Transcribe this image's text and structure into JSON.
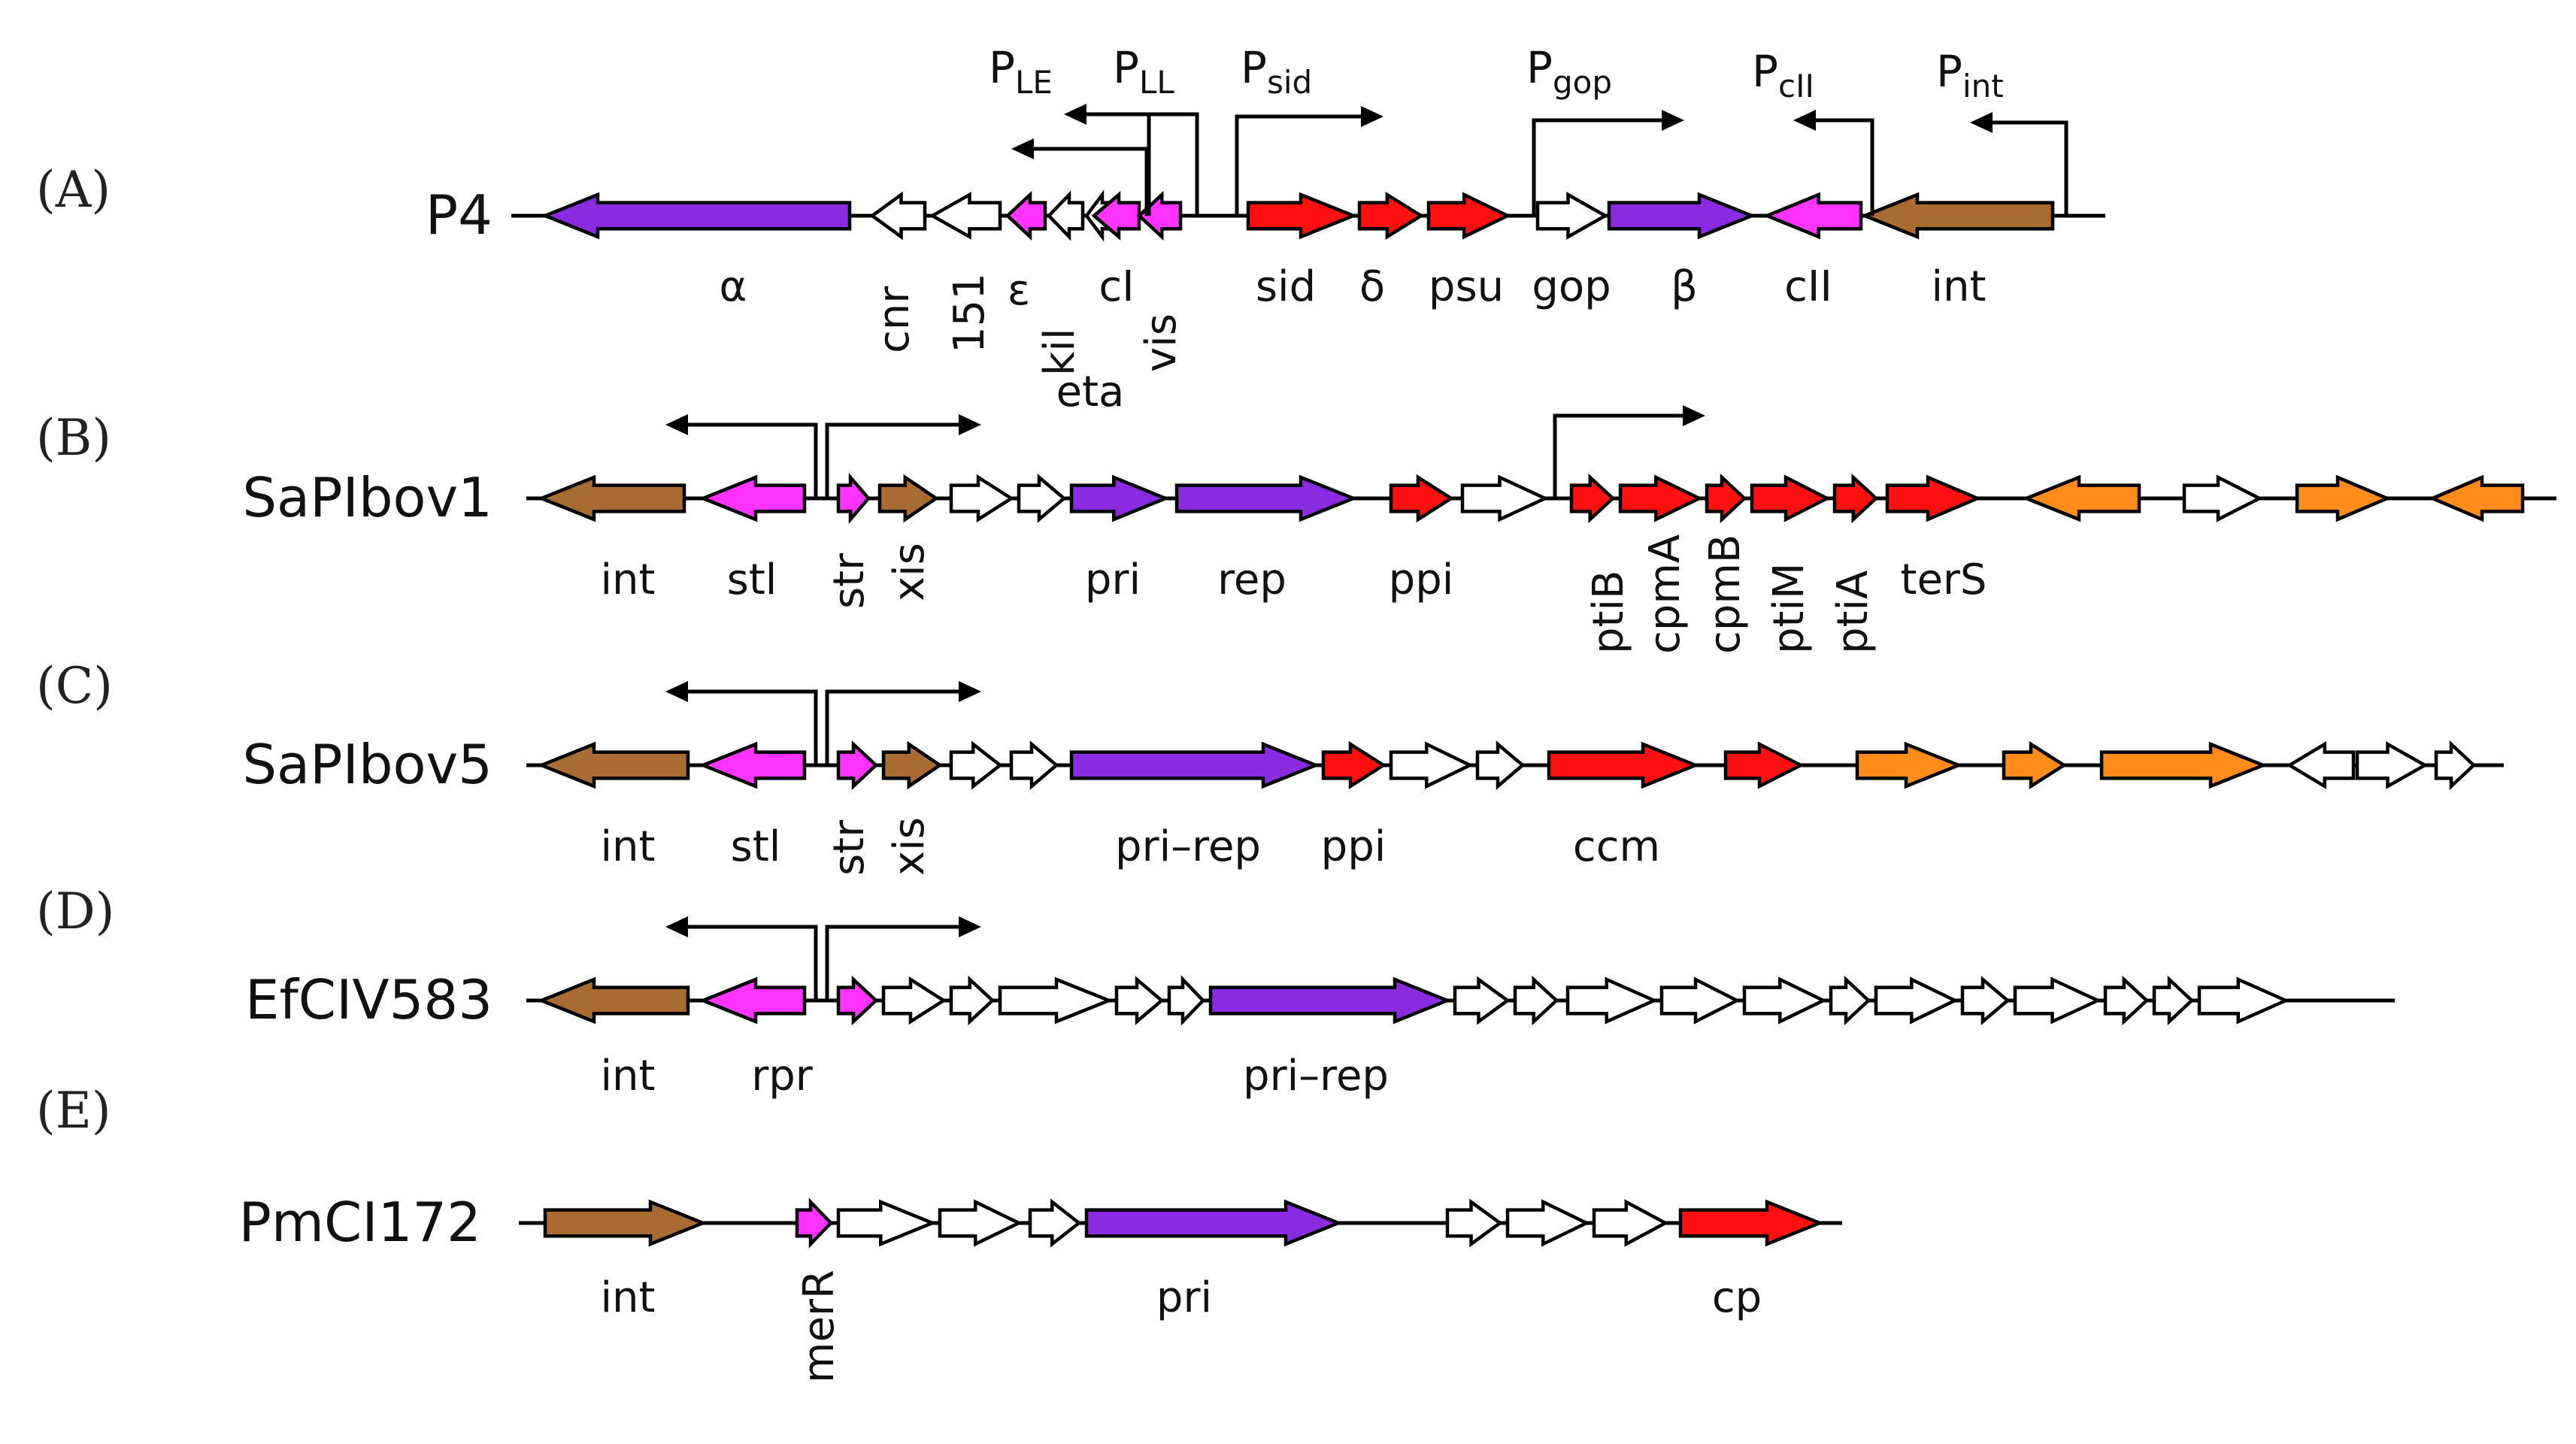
{
  "colors": {
    "purple": "#8a2be2",
    "brown": "#a86b32",
    "magenta": "#ff33ff",
    "red": "#ff1010",
    "orange": "#ff8c1a",
    "white": "#ffffff"
  },
  "panels": [
    {
      "letter": "(A)",
      "name": "P4",
      "genes": [
        {
          "label": "α",
          "dir": "left",
          "color": "purple"
        },
        {
          "label": "cnr",
          "dir": "left",
          "color": "white"
        },
        {
          "label": "151",
          "dir": "left",
          "color": "white"
        },
        {
          "label": "ε",
          "dir": "left",
          "color": "magenta"
        },
        {
          "label": "kil",
          "dir": "left",
          "color": "white"
        },
        {
          "label": "eta",
          "dir": "left",
          "color": "white"
        },
        {
          "label": "cI",
          "dir": "left",
          "color": "magenta"
        },
        {
          "label": "vis",
          "dir": "left",
          "color": "magenta"
        },
        {
          "label": "sid",
          "dir": "right",
          "color": "red"
        },
        {
          "label": "δ",
          "dir": "right",
          "color": "red"
        },
        {
          "label": "psu",
          "dir": "right",
          "color": "red"
        },
        {
          "label": "gop",
          "dir": "right",
          "color": "white"
        },
        {
          "label": "β",
          "dir": "right",
          "color": "purple"
        },
        {
          "label": "cII",
          "dir": "left",
          "color": "magenta"
        },
        {
          "label": "int",
          "dir": "left",
          "color": "brown"
        }
      ],
      "promoters": [
        {
          "label": "P",
          "sub": "LE",
          "dir": "left"
        },
        {
          "label": "P",
          "sub": "LL",
          "dir": "left"
        },
        {
          "label": "P",
          "sub": "sid",
          "dir": "right"
        },
        {
          "label": "P",
          "sub": "gop",
          "dir": "right"
        },
        {
          "label": "P",
          "sub": "cII",
          "dir": "left"
        },
        {
          "label": "P",
          "sub": "int",
          "dir": "left"
        }
      ]
    },
    {
      "letter": "(B)",
      "name": "SaPIbov1",
      "genes": [
        {
          "label": "int",
          "dir": "left",
          "color": "brown"
        },
        {
          "label": "stl",
          "dir": "left",
          "color": "magenta"
        },
        {
          "label": "str",
          "dir": "right",
          "color": "magenta"
        },
        {
          "label": "xis",
          "dir": "right",
          "color": "brown"
        },
        {
          "label": "",
          "dir": "right",
          "color": "white"
        },
        {
          "label": "",
          "dir": "right",
          "color": "white"
        },
        {
          "label": "pri",
          "dir": "right",
          "color": "purple"
        },
        {
          "label": "rep",
          "dir": "right",
          "color": "purple"
        },
        {
          "label": "ppi",
          "dir": "right",
          "color": "red"
        },
        {
          "label": "",
          "dir": "right",
          "color": "white"
        },
        {
          "label": "ptiB",
          "dir": "right",
          "color": "red"
        },
        {
          "label": "cpmA",
          "dir": "right",
          "color": "red"
        },
        {
          "label": "cpmB",
          "dir": "right",
          "color": "red"
        },
        {
          "label": "ptiM",
          "dir": "right",
          "color": "red"
        },
        {
          "label": "ptiA",
          "dir": "right",
          "color": "red"
        },
        {
          "label": "terS",
          "dir": "right",
          "color": "red"
        },
        {
          "label": "",
          "dir": "left",
          "color": "orange"
        },
        {
          "label": "",
          "dir": "right",
          "color": "white"
        },
        {
          "label": "",
          "dir": "right",
          "color": "orange"
        },
        {
          "label": "",
          "dir": "left",
          "color": "orange"
        }
      ]
    },
    {
      "letter": "(C)",
      "name": "SaPIbov5",
      "genes": [
        {
          "label": "int",
          "dir": "left",
          "color": "brown"
        },
        {
          "label": "stl",
          "dir": "left",
          "color": "magenta"
        },
        {
          "label": "str",
          "dir": "right",
          "color": "magenta"
        },
        {
          "label": "xis",
          "dir": "right",
          "color": "brown"
        },
        {
          "label": "",
          "dir": "right",
          "color": "white"
        },
        {
          "label": "",
          "dir": "right",
          "color": "white"
        },
        {
          "label": "pri–rep",
          "dir": "right",
          "color": "purple"
        },
        {
          "label": "ppi",
          "dir": "right",
          "color": "red"
        },
        {
          "label": "",
          "dir": "right",
          "color": "white"
        },
        {
          "label": "",
          "dir": "right",
          "color": "white"
        },
        {
          "label": "ccm",
          "dir": "right",
          "color": "red"
        },
        {
          "label": "",
          "dir": "right",
          "color": "red"
        },
        {
          "label": "",
          "dir": "right",
          "color": "orange"
        },
        {
          "label": "",
          "dir": "right",
          "color": "orange"
        },
        {
          "label": "",
          "dir": "right",
          "color": "orange"
        },
        {
          "label": "",
          "dir": "left",
          "color": "white"
        },
        {
          "label": "",
          "dir": "right",
          "color": "white"
        },
        {
          "label": "",
          "dir": "right",
          "color": "white"
        }
      ]
    },
    {
      "letter": "(D)",
      "name": "EfCIV583",
      "genes": [
        {
          "label": "int",
          "dir": "left",
          "color": "brown"
        },
        {
          "label": "rpr",
          "dir": "left",
          "color": "magenta"
        },
        {
          "label": "",
          "dir": "right",
          "color": "magenta"
        },
        {
          "label": "",
          "dir": "right",
          "color": "white"
        },
        {
          "label": "",
          "dir": "right",
          "color": "white"
        },
        {
          "label": "",
          "dir": "right",
          "color": "white"
        },
        {
          "label": "",
          "dir": "right",
          "color": "white"
        },
        {
          "label": "",
          "dir": "right",
          "color": "white"
        },
        {
          "label": "pri–rep",
          "dir": "right",
          "color": "purple"
        },
        {
          "label": "",
          "dir": "right",
          "color": "white"
        },
        {
          "label": "",
          "dir": "right",
          "color": "white"
        },
        {
          "label": "",
          "dir": "right",
          "color": "white"
        },
        {
          "label": "",
          "dir": "right",
          "color": "white"
        },
        {
          "label": "",
          "dir": "right",
          "color": "white"
        },
        {
          "label": "",
          "dir": "right",
          "color": "white"
        },
        {
          "label": "",
          "dir": "right",
          "color": "white"
        },
        {
          "label": "",
          "dir": "right",
          "color": "white"
        },
        {
          "label": "",
          "dir": "right",
          "color": "white"
        },
        {
          "label": "",
          "dir": "right",
          "color": "white"
        },
        {
          "label": "",
          "dir": "right",
          "color": "white"
        },
        {
          "label": "",
          "dir": "right",
          "color": "white"
        }
      ]
    },
    {
      "letter": "(E)",
      "name": "PmCI172",
      "genes": [
        {
          "label": "int",
          "dir": "right",
          "color": "brown"
        },
        {
          "label": "merR",
          "dir": "right",
          "color": "magenta"
        },
        {
          "label": "",
          "dir": "right",
          "color": "white"
        },
        {
          "label": "",
          "dir": "right",
          "color": "white"
        },
        {
          "label": "",
          "dir": "right",
          "color": "white"
        },
        {
          "label": "pri",
          "dir": "right",
          "color": "purple"
        },
        {
          "label": "",
          "dir": "right",
          "color": "white"
        },
        {
          "label": "",
          "dir": "right",
          "color": "white"
        },
        {
          "label": "",
          "dir": "right",
          "color": "white"
        },
        {
          "label": "cp",
          "dir": "right",
          "color": "red"
        }
      ]
    }
  ]
}
